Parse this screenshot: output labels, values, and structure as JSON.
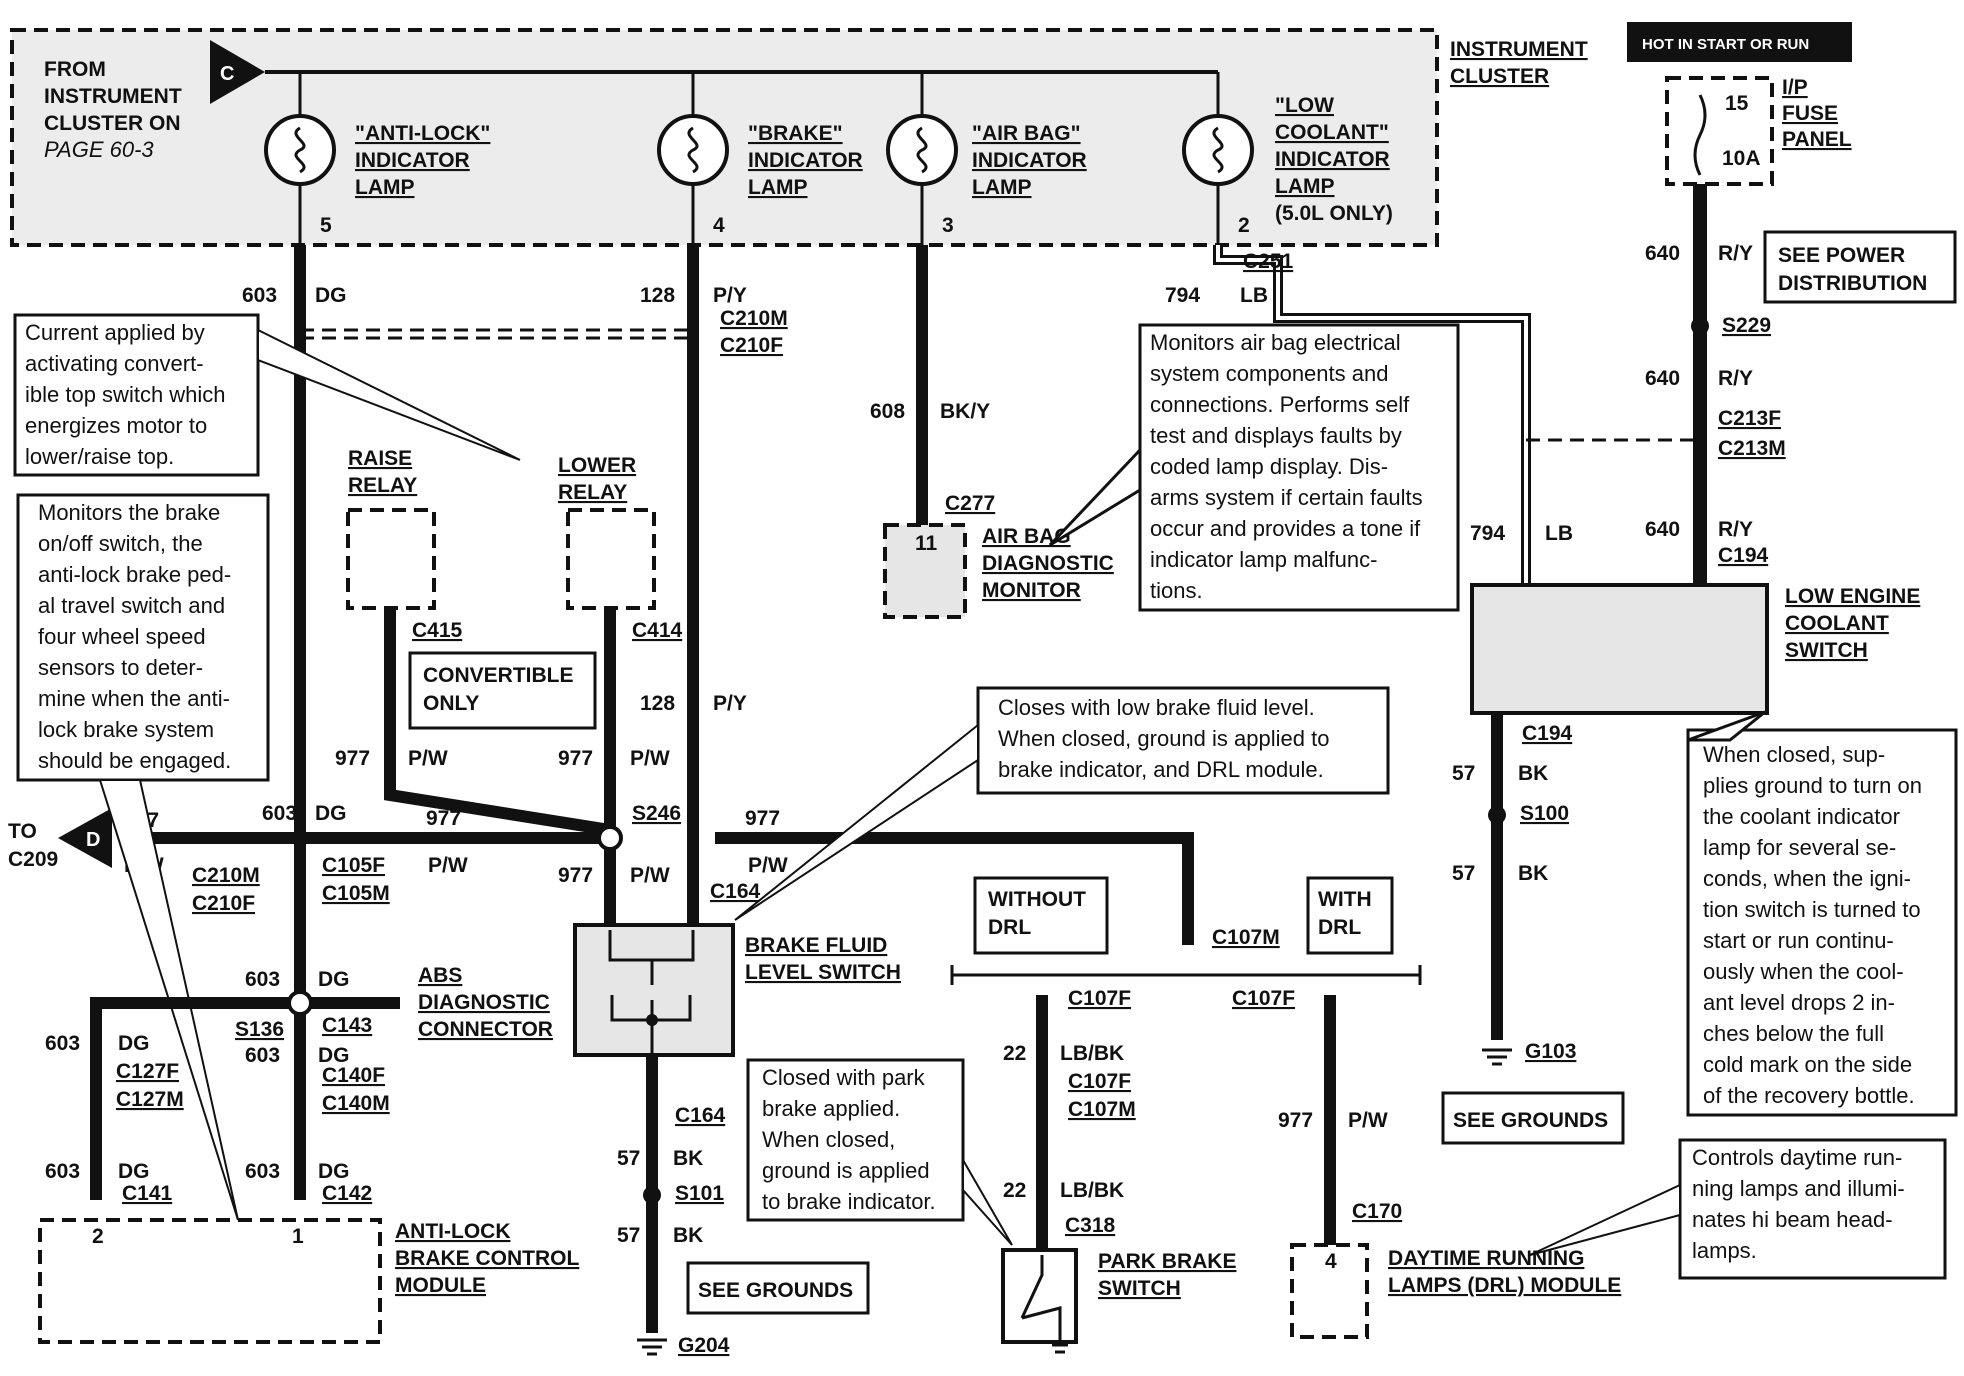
{
  "cluster": {
    "from_lines": [
      "FROM",
      "INSTRUMENT",
      "CLUSTER ON"
    ],
    "from_page": "PAGE 60-3",
    "label_lines": [
      "INSTRUMENT",
      "CLUSTER"
    ],
    "connector_c": "C",
    "lamps": [
      {
        "lines": [
          "\"ANTI-LOCK\"",
          "INDICATOR",
          "LAMP"
        ],
        "pin": "5"
      },
      {
        "lines": [
          "\"BRAKE\"",
          "INDICATOR",
          "LAMP"
        ],
        "pin": "4"
      },
      {
        "lines": [
          "\"AIR BAG\"",
          "INDICATOR",
          "LAMP"
        ],
        "pin": "3"
      },
      {
        "lines": [
          "\"LOW",
          "COOLANT\"",
          "INDICATOR",
          "LAMP",
          "(5.0L ONLY)"
        ],
        "pin": "2"
      }
    ]
  },
  "power": {
    "hot_label": "HOT IN START OR RUN",
    "fuse_num": "15",
    "fuse_amp": "10A",
    "fuse_panel_lines": [
      "I/P",
      "FUSE",
      "PANEL"
    ],
    "see_power_lines": [
      "SEE POWER",
      "DISTRIBUTION"
    ]
  },
  "notes": {
    "convertible": [
      "Current applied by",
      "activating convert-",
      "ible top switch which",
      "energizes motor to",
      "lower/raise top."
    ],
    "abs_monitor": [
      "Monitors the brake",
      "on/off switch, the",
      "anti-lock brake ped-",
      "al travel switch and",
      "four wheel speed",
      "sensors to deter-",
      "mine when the anti-",
      "lock brake system",
      "should be engaged."
    ],
    "airbag_monitor": [
      "Monitors air bag electrical",
      "system components and",
      "connections. Performs self",
      "test and displays faults by",
      "coded lamp display. Dis-",
      "arms system if certain faults",
      "occur and provides a tone if",
      "indicator lamp malfunc-",
      "tions."
    ],
    "fluid_switch": [
      "Closes with low brake fluid level.",
      "When closed, ground is applied to",
      "brake indicator, and DRL module."
    ],
    "coolant_switch": [
      "When closed, sup-",
      "plies ground to turn on",
      "the coolant indicator",
      "lamp for several se-",
      "conds, when the igni-",
      "tion switch is turned to",
      "start or run continu-",
      "ously when the cool-",
      "ant level drops 2 in-",
      "ches below the full",
      "cold mark on the side",
      "of the recovery bottle."
    ],
    "park_brake": [
      "Closed with park",
      "brake applied.",
      "When closed,",
      "ground is applied",
      "to brake indicator."
    ],
    "drl_note": [
      "Controls daytime run-",
      "ning lamps and illumi-",
      "nates hi beam head-",
      "lamps."
    ]
  },
  "components": {
    "raise_relay": [
      "RAISE",
      "RELAY"
    ],
    "lower_relay": [
      "LOWER",
      "RELAY"
    ],
    "convertible_only": [
      "CONVERTIBLE",
      "ONLY"
    ],
    "airbag_monitor": [
      "AIR BAG",
      "DIAGNOSTIC",
      "MONITOR"
    ],
    "airbag_pin": "11",
    "low_coolant_switch": [
      "LOW ENGINE",
      "COOLANT",
      "SWITCH"
    ],
    "brake_fluid_switch": [
      "BRAKE FLUID",
      "LEVEL SWITCH"
    ],
    "abs_diag": [
      "ABS",
      "DIAGNOSTIC",
      "CONNECTOR"
    ],
    "abs_module": [
      "ANTI-LOCK",
      "BRAKE CONTROL",
      "MODULE"
    ],
    "abs_pins": [
      "2",
      "1"
    ],
    "park_brake": [
      "PARK BRAKE",
      "SWITCH"
    ],
    "drl_module": [
      "DAYTIME RUNNING",
      "LAMPS (DRL) MODULE"
    ],
    "drl_pin": "4",
    "without_drl": [
      "WITHOUT",
      "DRL"
    ],
    "with_drl": [
      "WITH",
      "DRL"
    ],
    "see_grounds": "SEE GROUNDS",
    "to_c209": [
      "TO",
      "C209"
    ],
    "connector_d": "D"
  },
  "wires": {
    "w603": "603",
    "dg": "DG",
    "w128": "128",
    "py": "P/Y",
    "w608": "608",
    "bky": "BK/Y",
    "w794": "794",
    "lb": "LB",
    "w640": "640",
    "ry": "R/Y",
    "w977": "977",
    "pw": "P/W",
    "w57": "57",
    "bk": "BK",
    "w22": "22",
    "lbbk": "LB/BK"
  },
  "connectors": {
    "c251": "C251",
    "c210m": "C210M",
    "c210f": "C210F",
    "c277": "C277",
    "c415": "C415",
    "c414": "C414",
    "s246": "S246",
    "c164": "C164",
    "c105f": "C105F",
    "c105m": "C105M",
    "s136": "S136",
    "c143": "C143",
    "c140f": "C140F",
    "c140m": "C140M",
    "c127f": "C127F",
    "c127m": "C127M",
    "c141": "C141",
    "c142": "C142",
    "s101": "S101",
    "g204": "G204",
    "c107m": "C107M",
    "c107f": "C107F",
    "c318": "C318",
    "c170": "C170",
    "c194": "C194",
    "s100": "S100",
    "g103": "G103",
    "s229": "S229",
    "c213f": "C213F",
    "c213m": "C213M"
  }
}
